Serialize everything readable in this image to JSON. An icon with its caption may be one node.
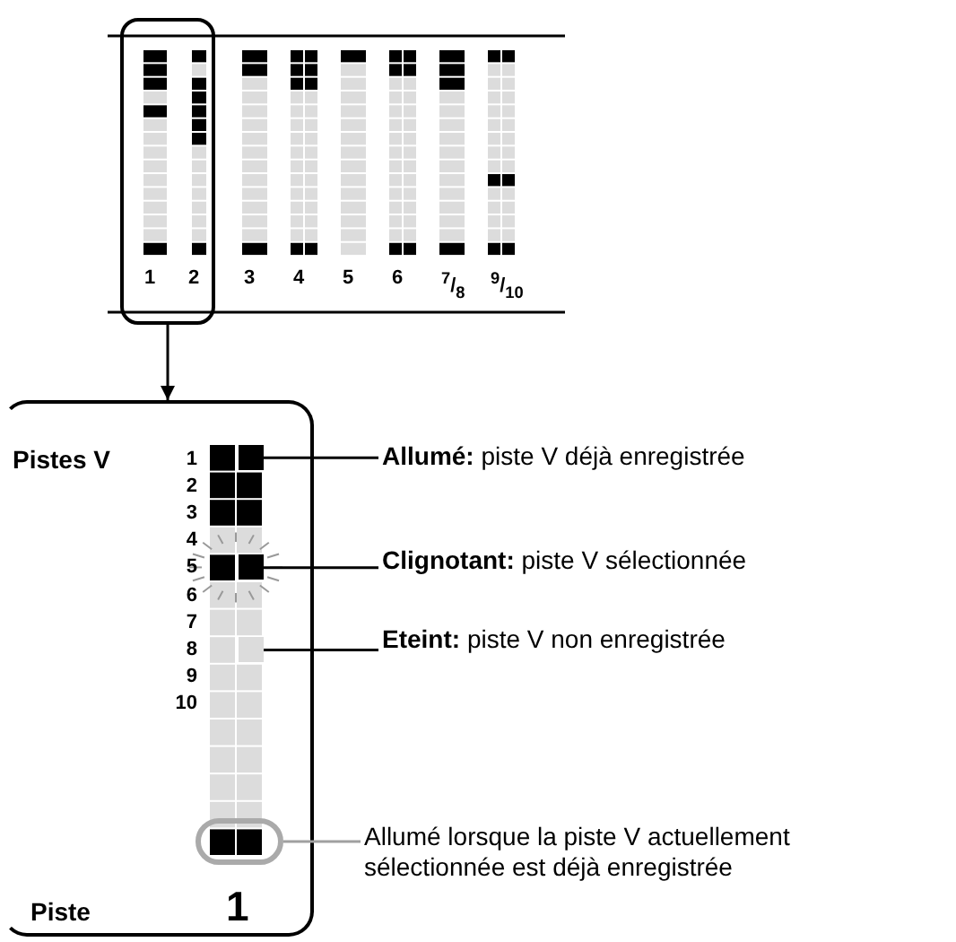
{
  "diagram": {
    "nodes": [
      {
        "text": [],
        "shape": "box"
      },
      {
        "text": [
          "Pistes V",
          "Piste",
          "1"
        ]
      },
      {
        "text": [],
        "shape": "box",
        "in": 1
      },
      {
        "text": [],
        "shape": "box",
        "in": 1
      },
      {
        "text": [],
        "shape": "box",
        "in": 1
      },
      {
        "text": [],
        "shape": "oval",
        "in": 1
      },
      {
        "text": [
          "**Allumé:** piste V déjà enregistrée"
        ]
      },
      {
        "text": [
          "**Clignotant:** piste V sélectionnée"
        ]
      },
      {
        "text": [
          "**Eteint:** piste V non enregistrée"
        ]
      },
      {
        "text": [
          "Allumé lorsque la piste V actuellement sélectionnée est déjà enregistrée"
        ]
      }
    ],
    "edges": [
      {
        "from": 0,
        "to": 1,
        "arrow": "to"
      },
      {
        "from": 6,
        "to": 2,
        "arrow": "none"
      },
      {
        "from": 7,
        "to": 3,
        "arrow": "none"
      },
      {
        "from": 8,
        "to": 4,
        "arrow": "none"
      },
      {
        "from": 9,
        "to": 5,
        "arrow": "none",
        "color": "#a0a0a0"
      }
    ],
    "labels": [
      "1",
      "2",
      "3",
      "4",
      "5",
      "6",
      "$^{7}$/$_{8}$",
      "$^{9}$/$_{10}$",
      "1",
      "2",
      "3",
      "4",
      "5",
      "6",
      "7",
      "8",
      "9",
      "10"
    ]
  }
}
